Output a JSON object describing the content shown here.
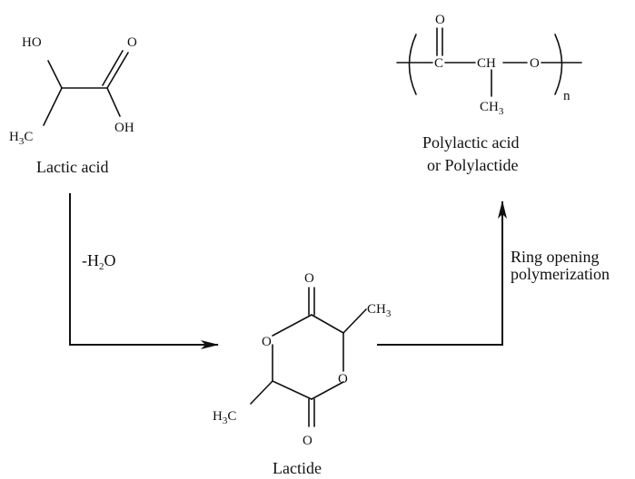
{
  "lactic_acid": {
    "atoms": {
      "hydroxyl": "HO",
      "carbonyl_o": "O",
      "acid_oh": "OH",
      "methyl": "H",
      "methyl_sub": "3",
      "methyl_c": "C"
    },
    "name": "Lactic acid"
  },
  "dehydration": {
    "prefix": "-H",
    "sub": "2",
    "suffix": "O"
  },
  "lactide": {
    "atoms": {
      "top_o": "O",
      "bottom_o": "O",
      "ring_o_left": "O",
      "ring_o_right": "O",
      "methyl_top": "CH",
      "methyl_top_sub": "3",
      "methyl_bottom_h": "H",
      "methyl_bottom_sub": "3",
      "methyl_bottom_c": "C"
    },
    "name": "Lactide"
  },
  "polymerization": {
    "line1": "Ring opening",
    "line2": "polymerization"
  },
  "polylactide": {
    "atoms": {
      "carbonyl_o": "O",
      "carbon": "C",
      "ch": "CH",
      "ester_o": "O",
      "methyl": "CH",
      "methyl_sub": "3",
      "n": "n"
    },
    "name_line1": "Polylactic acid",
    "name_line2": "or Polylactide"
  },
  "colors": {
    "ink": "#111111",
    "background": "#ffffff"
  }
}
